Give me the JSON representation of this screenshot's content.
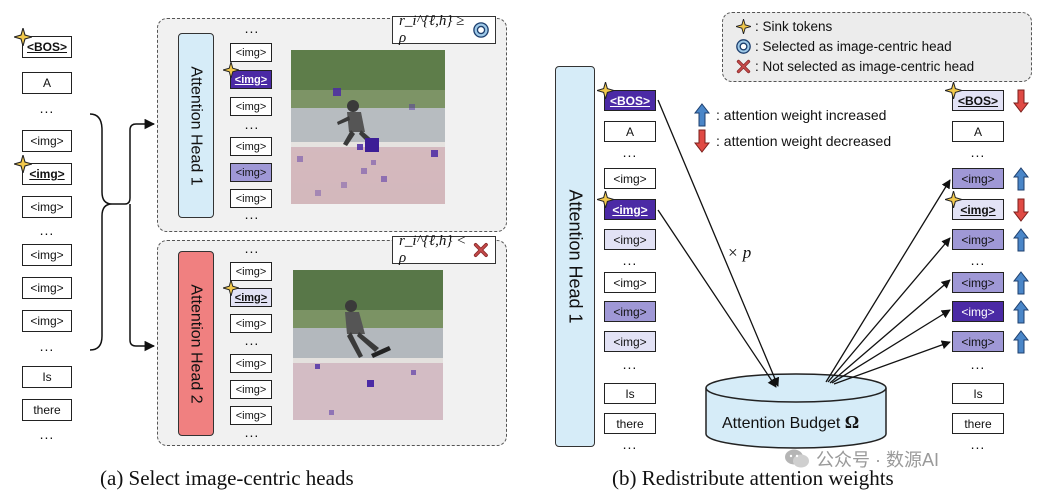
{
  "tokens": {
    "bos": "<BOS>",
    "a": "A",
    "img": "<img>",
    "is": "Is",
    "there": "there",
    "ellipsis": "..."
  },
  "panel_a": {
    "head1_label": "Attention Head 1",
    "head2_label": "Attention Head 2",
    "cond1": "r_i^{ℓ,h} ≥ ρ",
    "cond2": "r_i^{ℓ,h} < ρ",
    "caption": "(a) Select image-centric heads"
  },
  "panel_b": {
    "head_label": "Attention Head 1",
    "multiplier": "× p",
    "budget_label": "Attention Budget",
    "budget_symbol": "Ω",
    "inc_label": ": attention weight increased",
    "dec_label": ": attention weight decreased",
    "caption": "(b) Redistribute attention weights"
  },
  "legend": {
    "sink": ": Sink tokens",
    "selected": ": Selected as image-centric head",
    "not_selected": ": Not selected as image-centric head"
  },
  "watermark": "公众号 · 数源AI",
  "colors": {
    "head1": "#d6ecf8",
    "head2": "#f08080",
    "token_dark": "#4b2aa5",
    "token_mid": "#9f98d6",
    "token_pale": "#e2e2f5",
    "arrow_up": "#4a86c8",
    "arrow_down": "#d9403c",
    "sink_star": "#f2c94c"
  }
}
